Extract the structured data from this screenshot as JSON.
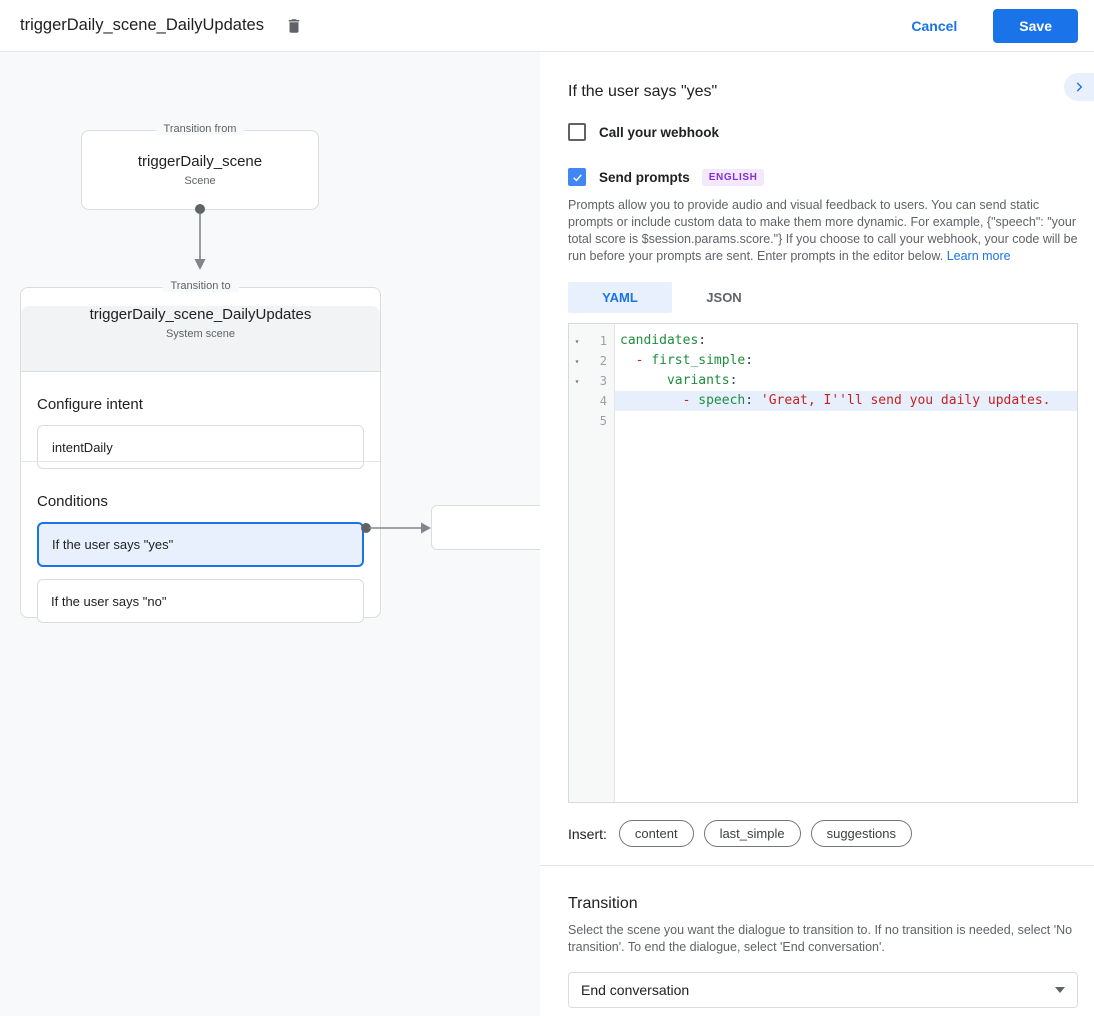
{
  "header": {
    "title": "triggerDaily_scene_DailyUpdates",
    "cancel_label": "Cancel",
    "save_label": "Save"
  },
  "canvas": {
    "from_node": {
      "legend": "Transition from",
      "title": "triggerDaily_scene",
      "subtitle": "Scene"
    },
    "to_node": {
      "legend": "Transition to",
      "title": "triggerDaily_scene_DailyUpdates",
      "subtitle": "System scene",
      "configure_intent_label": "Configure intent",
      "intent_value": "intentDaily",
      "conditions_label": "Conditions",
      "conditions": [
        {
          "label": "If the user says \"yes\"",
          "selected": true
        },
        {
          "label": "If the user says \"no\"",
          "selected": false
        }
      ]
    }
  },
  "panel": {
    "title": "If the user says \"yes\"",
    "webhook": {
      "label": "Call your webhook",
      "checked": false
    },
    "send_prompts": {
      "label": "Send prompts",
      "badge": "ENGLISH",
      "checked": true
    },
    "description": "Prompts allow you to provide audio and visual feedback to users. You can send static prompts or include custom data to make them more dynamic. For example, {\"speech\": \"your total score is $session.params.score.\"} If you choose to call your webhook, your code will be run before your prompts are sent. Enter prompts in the editor below.",
    "learn_more": "Learn more",
    "tabs": [
      {
        "label": "YAML",
        "active": true
      },
      {
        "label": "JSON",
        "active": false
      }
    ],
    "editor": {
      "lines": [
        {
          "n": 1,
          "fold": true,
          "highlight": false,
          "tokens": [
            [
              "key",
              "candidates"
            ],
            [
              "p",
              ":"
            ]
          ]
        },
        {
          "n": 2,
          "fold": true,
          "highlight": false,
          "tokens": [
            [
              "p",
              "  "
            ],
            [
              "dash",
              "- "
            ],
            [
              "key",
              "first_simple"
            ],
            [
              "p",
              ":"
            ]
          ]
        },
        {
          "n": 3,
          "fold": true,
          "highlight": false,
          "tokens": [
            [
              "p",
              "      "
            ],
            [
              "key",
              "variants"
            ],
            [
              "p",
              ":"
            ]
          ]
        },
        {
          "n": 4,
          "fold": false,
          "highlight": true,
          "tokens": [
            [
              "p",
              "        "
            ],
            [
              "dash",
              "- "
            ],
            [
              "key",
              "speech"
            ],
            [
              "p",
              ": "
            ],
            [
              "str",
              "'Great, I''ll send you daily updates."
            ]
          ]
        },
        {
          "n": 5,
          "fold": false,
          "highlight": false,
          "tokens": []
        }
      ]
    },
    "insert": {
      "label": "Insert:",
      "chips": [
        "content",
        "last_simple",
        "suggestions"
      ]
    },
    "transition": {
      "title": "Transition",
      "description": "Select the scene you want the dialogue to transition to. If no transition is needed, select 'No transition'. To end the dialogue, select 'End conversation'.",
      "selected_value": "End conversation"
    }
  },
  "colors": {
    "accent_blue": "#1a73e8",
    "checkbox_blue": "#4285f4",
    "selected_condition_bg": "#e8f0fe",
    "badge_purple": "#8430ce",
    "code_key_green": "#1e8e3e",
    "code_string_red": "#c5221f",
    "line_highlight": "#e7effd"
  }
}
